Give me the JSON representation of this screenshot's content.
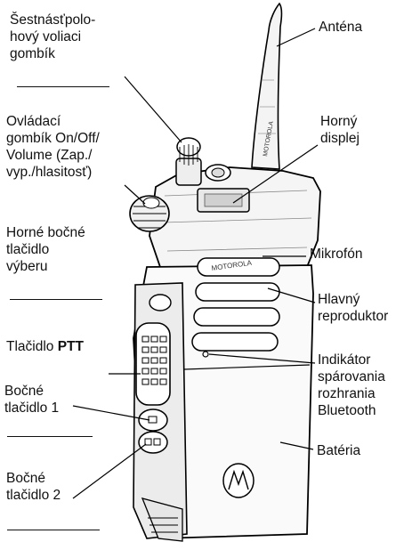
{
  "labels": {
    "selector_knob": [
      "Šestnásťpolo-",
      "hový voliaci",
      "gombík"
    ],
    "on_off_volume": [
      "Ovládací",
      "gombík On/Off/",
      "Volume (Zap./",
      "vyp./hlasitosť)"
    ],
    "top_side_select": [
      "Horné bočné",
      "tlačidlo",
      "výberu"
    ],
    "ptt_prefix": "Tlačidlo ",
    "ptt_bold": "PTT",
    "side_button_1": [
      "Bočné",
      "tlačidlo 1"
    ],
    "side_button_2": [
      "Bočné",
      "tlačidlo 2"
    ],
    "antenna": "Anténa",
    "top_display": [
      "Horný",
      "displej"
    ],
    "microphone": "Mikrofón",
    "main_speaker": [
      "Hlavný",
      "reproduktor"
    ],
    "bt_indicator": [
      "Indikátor",
      "spárovania",
      "rozhrania",
      "Bluetooth"
    ],
    "battery": "Batéria"
  }
}
